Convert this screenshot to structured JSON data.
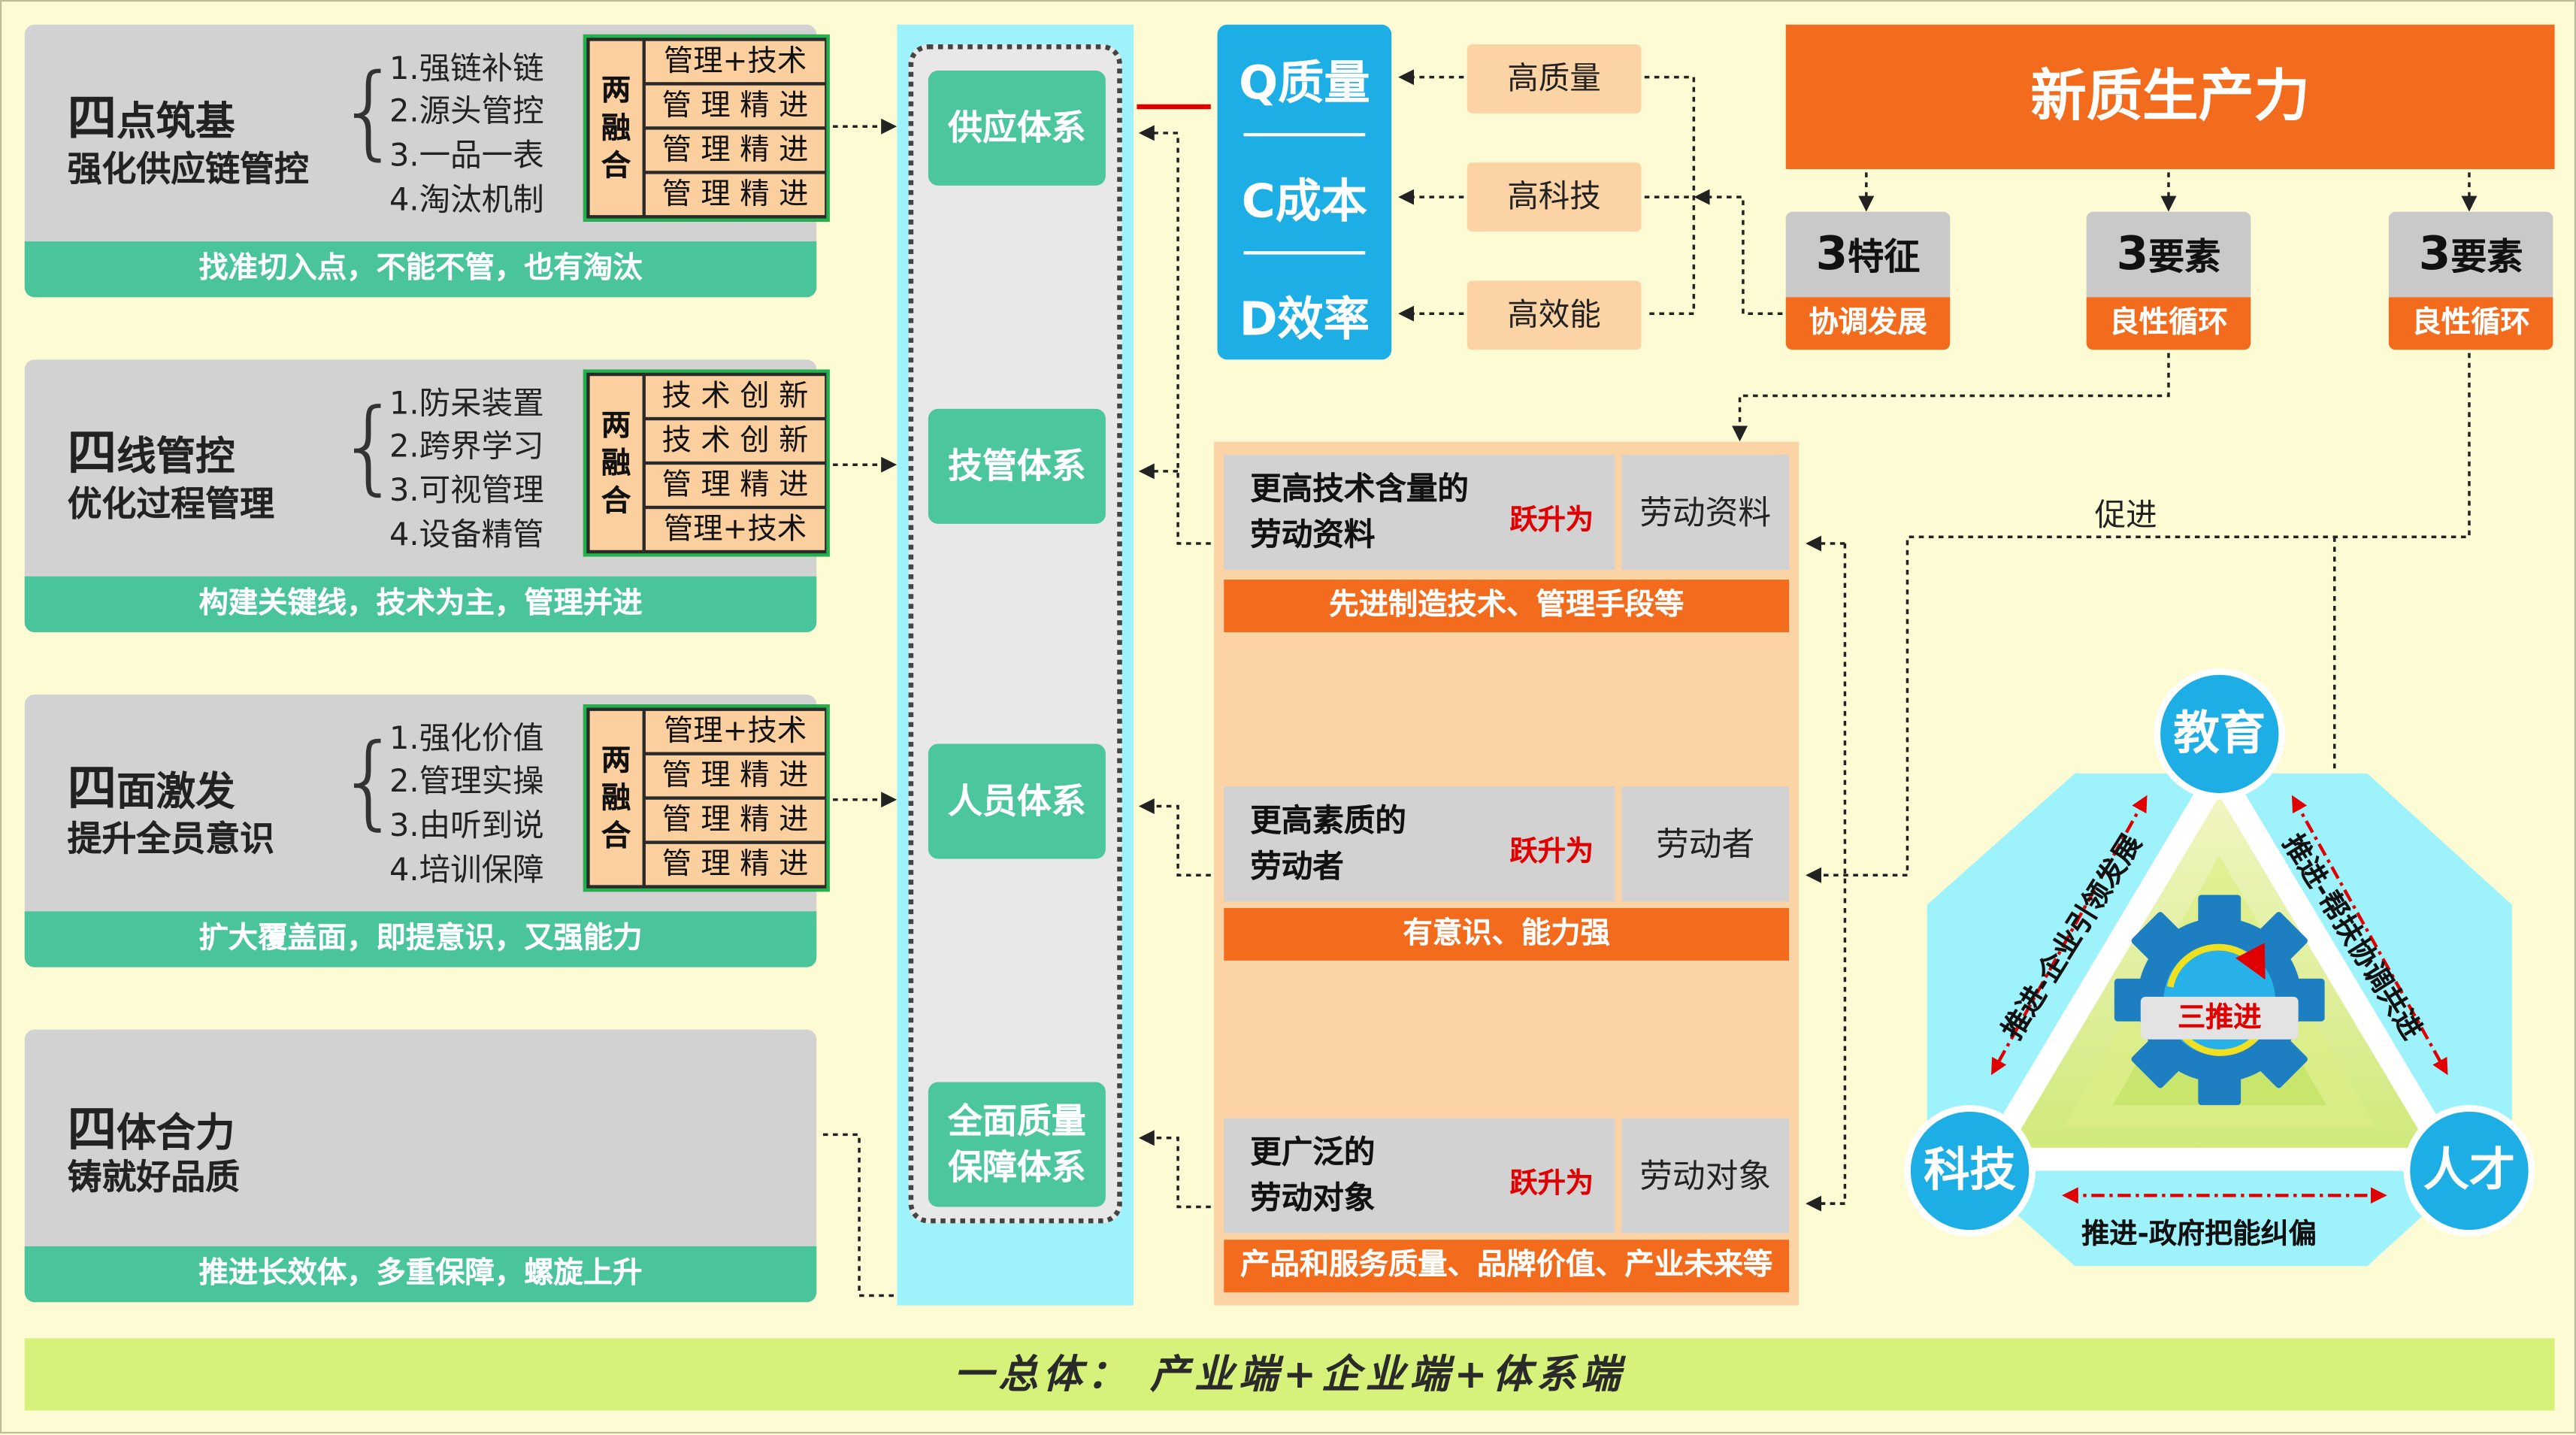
{
  "panels": [
    {
      "title_big": "四",
      "title_rest": "点筑基",
      "subtitle": "强化供应链管控",
      "items": [
        "1.强链补链",
        "2.源头管控",
        "3.一品一表",
        "4.淘汰机制"
      ],
      "mgmt_label": [
        "两",
        "融",
        "合"
      ],
      "mgmt_cells": [
        "管理+技术",
        "管 理 精 进",
        "管 理 精 进",
        "管 理 精 进"
      ],
      "bar": "找准切入点，不能不管，也有淘汰"
    },
    {
      "title_big": "四",
      "title_rest": "线管控",
      "subtitle": "优化过程管理",
      "items": [
        "1.防呆装置",
        "2.跨界学习",
        "3.可视管理",
        "4.设备精管"
      ],
      "mgmt_label": [
        "两",
        "融",
        "合"
      ],
      "mgmt_cells": [
        "技 术 创 新",
        "技 术 创 新",
        "管 理 精 进",
        "管理+技术"
      ],
      "bar": "构建关键线，技术为主，管理并进"
    },
    {
      "title_big": "四",
      "title_rest": "面激发",
      "subtitle": "提升全员意识",
      "items": [
        "1.强化价值",
        "2.管理实操",
        "3.由听到说",
        "4.培训保障"
      ],
      "mgmt_label": [
        "两",
        "融",
        "合"
      ],
      "mgmt_cells": [
        "管理+技术",
        "管 理 精 进",
        "管 理 精 进",
        "管 理 精 进"
      ],
      "bar": "扩大覆盖面，即提意识，又强能力"
    },
    {
      "title_big": "四",
      "title_rest": "体合力",
      "subtitle": "铸就好品质",
      "bar": "推进长效体，多重保障，螺旋上升"
    }
  ],
  "systems": [
    "供应体系",
    "技管体系",
    "人员体系",
    [
      "全面质量",
      "保障体系"
    ]
  ],
  "qcd": [
    "Q质量",
    "C成本",
    "D效率"
  ],
  "highs": [
    "高质量",
    "高科技",
    "高效能"
  ],
  "productivity": "新质生产力",
  "features": [
    {
      "num": "3",
      "label": "特征",
      "sub": "协调发展"
    },
    {
      "num": "3",
      "label": "要素",
      "sub": "良性循环"
    },
    {
      "num": "3",
      "label": "要素",
      "sub": "良性循环"
    }
  ],
  "cards": [
    {
      "left": [
        "更高技术含量的",
        "劳动资料"
      ],
      "leap": "跃升为",
      "right": "劳动资料",
      "bar": "先进制造技术、管理手段等"
    },
    {
      "left": [
        "更高素质的",
        "劳动者"
      ],
      "leap": "跃升为",
      "right": "劳动者",
      "bar": "有意识、能力强"
    },
    {
      "left": [
        "更广泛的",
        "劳动对象"
      ],
      "leap": "跃升为",
      "right": "劳动对象",
      "bar": "产品和服务质量、品牌价值、产业未来等"
    }
  ],
  "promote": "促进",
  "triangle": {
    "nodes": [
      "教育",
      "科技",
      "人才"
    ],
    "left_side": "推进-企业引领发展",
    "right_side": "推进-帮扶协调共进",
    "bottom_side": "推进-政府把能纠偏",
    "center": "三推进"
  },
  "footer": "一总体： 产业端+企业端+体系端",
  "colors": {
    "green": "#4ac49a",
    "orange": "#f36b1c",
    "peach": "#fcd3a5",
    "cyan": "#1eaee6",
    "teal_panel": "#9ef2fc"
  }
}
